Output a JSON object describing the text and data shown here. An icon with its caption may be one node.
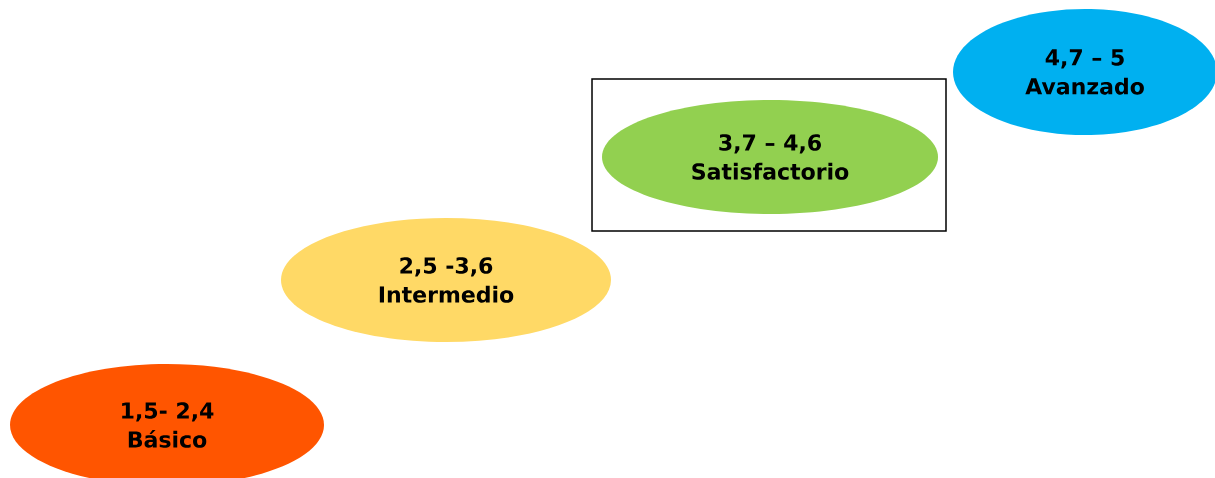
{
  "diagram": {
    "nodes": [
      {
        "text": [
          "1,5- 2,4",
          "Básico"
        ]
      },
      {
        "text": [
          "2,5 -3,6",
          "Intermedio"
        ]
      },
      {
        "text": [],
        "shape": "box"
      },
      {
        "text": [
          "3,7 – 4,6",
          "Satisfactorio"
        ],
        "in": 2
      },
      {
        "text": [
          "4,7 – 5",
          "Avanzado"
        ]
      }
    ]
  }
}
